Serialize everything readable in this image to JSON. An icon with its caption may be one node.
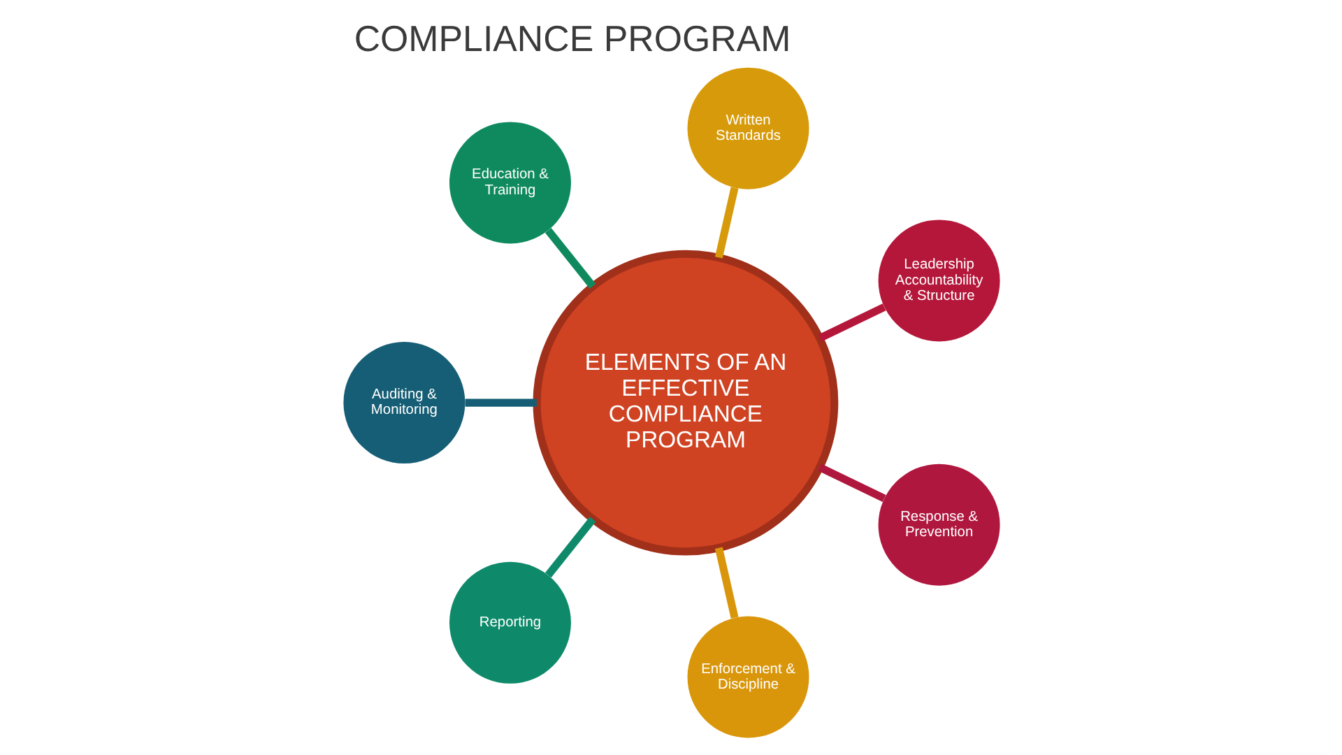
{
  "diagram": {
    "title": "COMPLIANCE PROGRAM",
    "nodes": [
      {
        "text": [
          "ELEMENTS OF AN EFFECTIVE COMPLIANCE PROGRAM"
        ]
      },
      {
        "text": [
          "Leadership Accountability & Structure"
        ]
      },
      {
        "text": [
          "Written Standards"
        ]
      },
      {
        "text": [
          "Education & Training"
        ]
      },
      {
        "text": [
          "Auditing & Monitoring"
        ]
      },
      {
        "text": [
          "Reporting"
        ]
      },
      {
        "text": [
          "Enforcement & Discipline"
        ]
      },
      {
        "text": [
          "Response & Prevention"
        ]
      }
    ],
    "edges": [
      {
        "from": 0,
        "to": 1,
        "arrow": "none",
        "color": "#b5173a"
      },
      {
        "from": 0,
        "to": 2,
        "arrow": "none",
        "color": "#d79a0a"
      },
      {
        "from": 0,
        "to": 3,
        "arrow": "none",
        "color": "#0f8a5f"
      },
      {
        "from": 0,
        "to": 4,
        "arrow": "none",
        "color": "#155e75"
      },
      {
        "from": 0,
        "to": 5,
        "arrow": "none",
        "color": "#0e8a6a"
      },
      {
        "from": 0,
        "to": 6,
        "arrow": "none",
        "color": "#d9960b"
      },
      {
        "from": 0,
        "to": 7,
        "arrow": "none",
        "color": "#b0173f"
      }
    ]
  }
}
